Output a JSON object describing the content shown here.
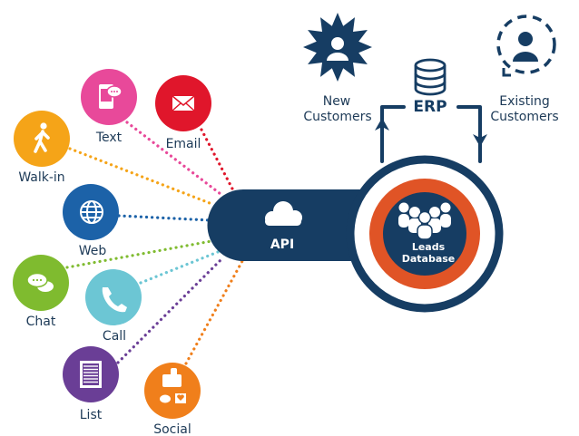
{
  "colors": {
    "navy": "#163d63",
    "orange_ring": "#e05426",
    "text": "#1d3a57"
  },
  "channels": [
    {
      "id": "walk-in",
      "label": "Walk-in",
      "icon": "walking-person-icon",
      "color": "#f5a418"
    },
    {
      "id": "text",
      "label": "Text",
      "icon": "mobile-message-icon",
      "color": "#e8499a"
    },
    {
      "id": "email",
      "label": "Email",
      "icon": "envelope-icon",
      "color": "#e0162b"
    },
    {
      "id": "web",
      "label": "Web",
      "icon": "globe-icon",
      "color": "#1c62a8"
    },
    {
      "id": "chat",
      "label": "Chat",
      "icon": "chat-bubbles-icon",
      "color": "#7fbb2f"
    },
    {
      "id": "call",
      "label": "Call",
      "icon": "phone-icon",
      "color": "#6cc6d4"
    },
    {
      "id": "list",
      "label": "List",
      "icon": "document-list-icon",
      "color": "#6a3e96"
    },
    {
      "id": "social",
      "label": "Social",
      "icon": "thumbs-up-social-icon",
      "color": "#f07f1b"
    }
  ],
  "api": {
    "label": "API",
    "icon": "cloud-icon"
  },
  "database": {
    "line1": "Leads",
    "line2": "Database",
    "icon": "people-group-icon"
  },
  "erp": {
    "label": "ERP",
    "icon": "database-stack-icon"
  },
  "new_customers": {
    "line1": "New",
    "line2": "Customers",
    "icon": "star-person-icon"
  },
  "existing_customers": {
    "line1": "Existing",
    "line2": "Customers",
    "icon": "returning-person-icon"
  }
}
